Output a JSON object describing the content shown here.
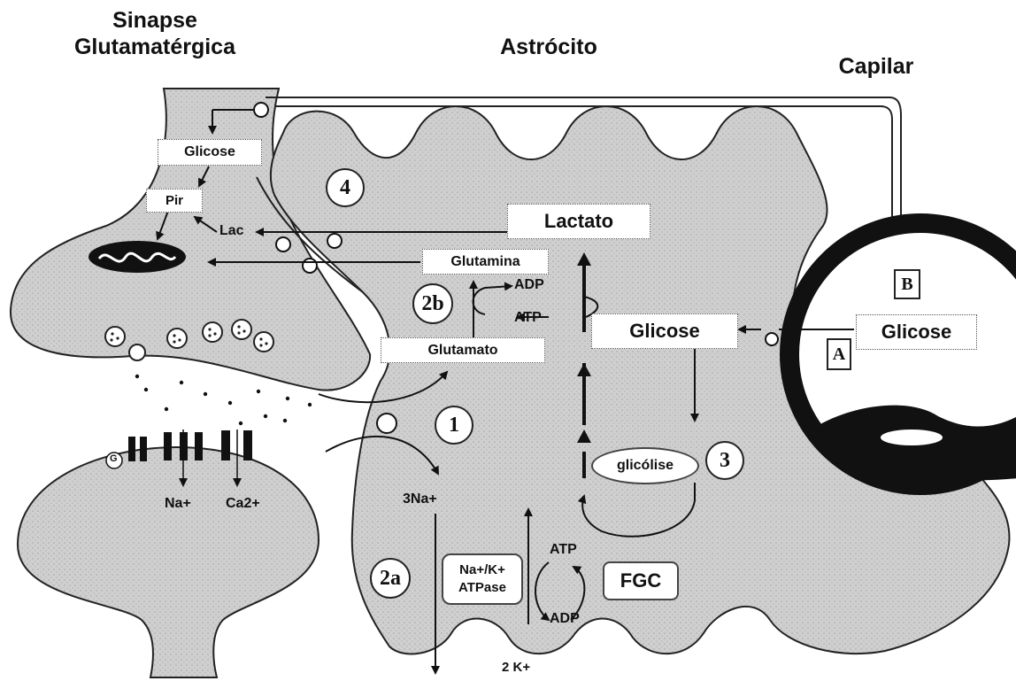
{
  "headers": {
    "synapse": "Sinapse\nGlutamatérgica",
    "astrocyte": "Astrócito",
    "capillary": "Capilar"
  },
  "labels": {
    "glicose_neuron": "Glicose",
    "pir": "Pir",
    "lac": "Lac",
    "lactato": "Lactato",
    "glutamina": "Glutamina",
    "adp_top": "ADP",
    "atp_top": "ATP",
    "glutamato": "Glutamato",
    "glicose_astro": "Glicose",
    "glicose_cap": "Glicose",
    "glicolise": "glicólise",
    "na_plus": "Na+",
    "ca2_plus": "Ca2+",
    "three_na": "3Na+",
    "pump_line1": "Na+/K+",
    "pump_line2": "ATPase",
    "atp_bottom": "ATP",
    "adp_bottom": "ADP",
    "fgc": "FGC",
    "two_k": "2 K+",
    "g": "G"
  },
  "markers": {
    "m1": "1",
    "m2a": "2a",
    "m2b": "2b",
    "m3": "3",
    "m4": "4",
    "mA": "A",
    "mB": "B"
  }
}
